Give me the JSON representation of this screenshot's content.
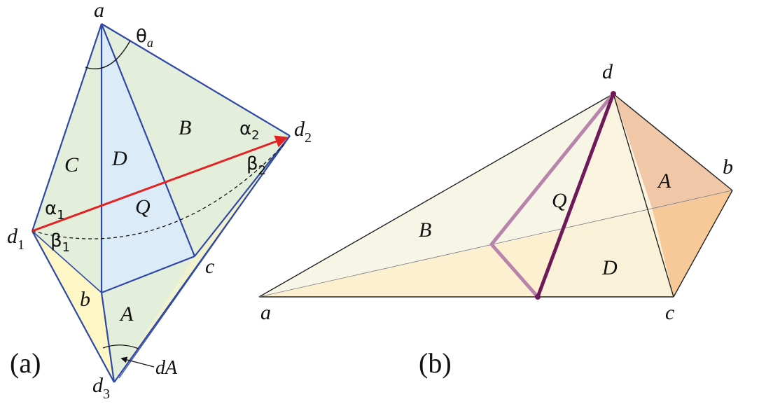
{
  "panel_a": {
    "panel_label": "(a)",
    "vertices": {
      "a": "a",
      "d1": "d",
      "d1_sub": "1",
      "d2": "d",
      "d2_sub": "2",
      "d3": "d",
      "d3_sub": "3",
      "b": "b",
      "c": "c"
    },
    "faces": {
      "B": "B",
      "C": "C",
      "D": "D",
      "Q": "Q",
      "A": "A"
    },
    "angles": {
      "theta_a": "θ",
      "theta_a_sub": "a",
      "alpha_1": "α",
      "alpha_1_sub": "1",
      "beta_1": "β",
      "beta_1_sub": "1",
      "alpha_2": "α",
      "alpha_2_sub": "2",
      "beta_2": "β",
      "beta_2_sub": "2",
      "dA": "dA"
    },
    "colors": {
      "edge": "#2f48a6",
      "arrow": "#e32222",
      "face_green": "#e3eedb",
      "face_blue": "#dcebf8",
      "face_yellow": "#fcf7c4"
    }
  },
  "panel_b": {
    "panel_label": "(b)",
    "vertices": {
      "a": "a",
      "b": "b",
      "c": "c",
      "d": "d"
    },
    "faces": {
      "A": "A",
      "B": "B",
      "D": "D",
      "Q": "Q"
    },
    "colors": {
      "purple_dark": "#6e1a58",
      "purple_light": "#b984ab",
      "face_orange": "#f7c898",
      "face_cream": "#fcf0d0"
    }
  }
}
